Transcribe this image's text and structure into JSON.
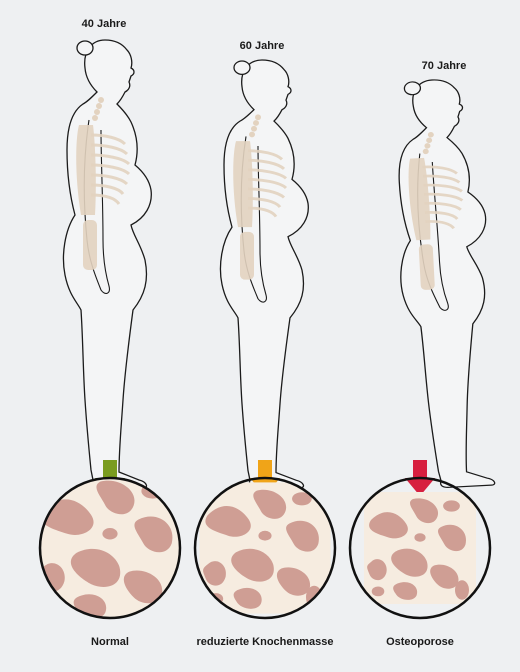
{
  "ages": {
    "first": "40 Jahre",
    "second": "60 Jahre",
    "third": "70 Jahre"
  },
  "captions": {
    "normal": "Normal",
    "reduced": "reduzierte Knochenmasse",
    "osteoporosis": "Osteoporose"
  },
  "colors": {
    "background": "#eef0f2",
    "body_fill": "#f4f5f6",
    "outline": "#1b1b1b",
    "skeleton": "#e3d3c0",
    "bone_tissue": "#cf9e94",
    "bone_matrix": "#f6ece0",
    "arrow_normal": "#7a9c1f",
    "arrow_reduced": "#f0a418",
    "arrow_osteoporosis": "#d71f3f"
  },
  "icons": {
    "arrow_normal": "arrow-down-icon",
    "arrow_reduced": "arrow-down-icon",
    "arrow_osteoporosis": "arrow-down-icon"
  }
}
